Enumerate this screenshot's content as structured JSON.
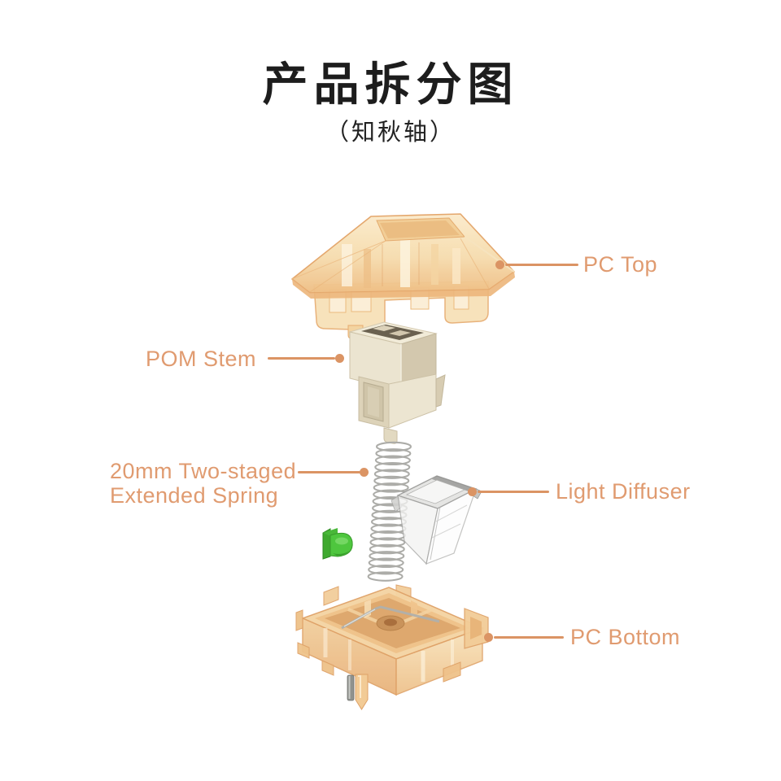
{
  "title": {
    "text": "产品拆分图",
    "subtitle": "（知秋轴）"
  },
  "callouts": {
    "pc_top": {
      "label": "PC Top"
    },
    "pom_stem": {
      "label": "POM Stem"
    },
    "spring": {
      "label_line1": "20mm Two-staged",
      "label_line2": "Extended Spring"
    },
    "light_diffuser": {
      "label": "Light Diffuser"
    },
    "pc_bottom": {
      "label": "PC Bottom"
    }
  },
  "parts": {
    "pc_top": "PC Top housing",
    "pom_stem": "POM stem slider",
    "spring": "20mm two-staged extended spring",
    "light_diffuser": "Light diffuser",
    "latch_clip": "green latch clip",
    "pc_bottom": "PC Bottom housing"
  },
  "colors": {
    "title_text": "#1D1D1D",
    "label_text": "#E09B70",
    "leader_line": "#DB9464",
    "housing_amber": "#F6DCAE",
    "housing_edge": "#E3A468",
    "stem_cream": "#EBE4D0",
    "spring_silver": "#ACACA8",
    "diffuser_clear": "#F3F3F2",
    "clip_green": "#4EC63E",
    "background": "#FFFFFF"
  }
}
